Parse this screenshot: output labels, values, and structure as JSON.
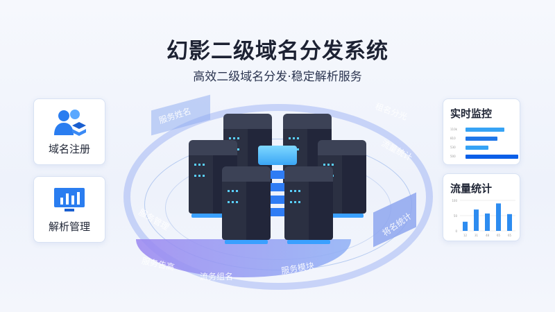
{
  "header": {
    "title": "幻影二级域名分发系统",
    "subtitle": "高效二级域名分发·稳定解析服务"
  },
  "left_cards": [
    {
      "label": "域名注册",
      "icon": "users-icon"
    },
    {
      "label": "解析管理",
      "icon": "monitor-chart-icon"
    }
  ],
  "realtime": {
    "title": "实时监控",
    "rows": [
      {
        "label": "110k",
        "value": 0.74
      },
      {
        "label": "810",
        "value": 0.61
      },
      {
        "label": "530",
        "value": 0.44
      },
      {
        "label": "500",
        "value": 1.0
      }
    ],
    "colors": [
      "#36a3f5",
      "#1f76e8",
      "#36a3f5",
      "#0b5fe8"
    ]
  },
  "traffic": {
    "title": "流量统计",
    "y_ticks": [
      "100",
      "50",
      "0"
    ],
    "bars": [
      30,
      70,
      57,
      90,
      55
    ],
    "x_ticks": [
      "12",
      "31",
      "48",
      "65",
      "65"
    ],
    "color": "#2d8cf0"
  },
  "ring_labels": [
    "服务姓名",
    "租名分光",
    "流量统计",
    "服务管理",
    "将名统计",
    "服务告高",
    "流务组名",
    "服务模块"
  ]
}
